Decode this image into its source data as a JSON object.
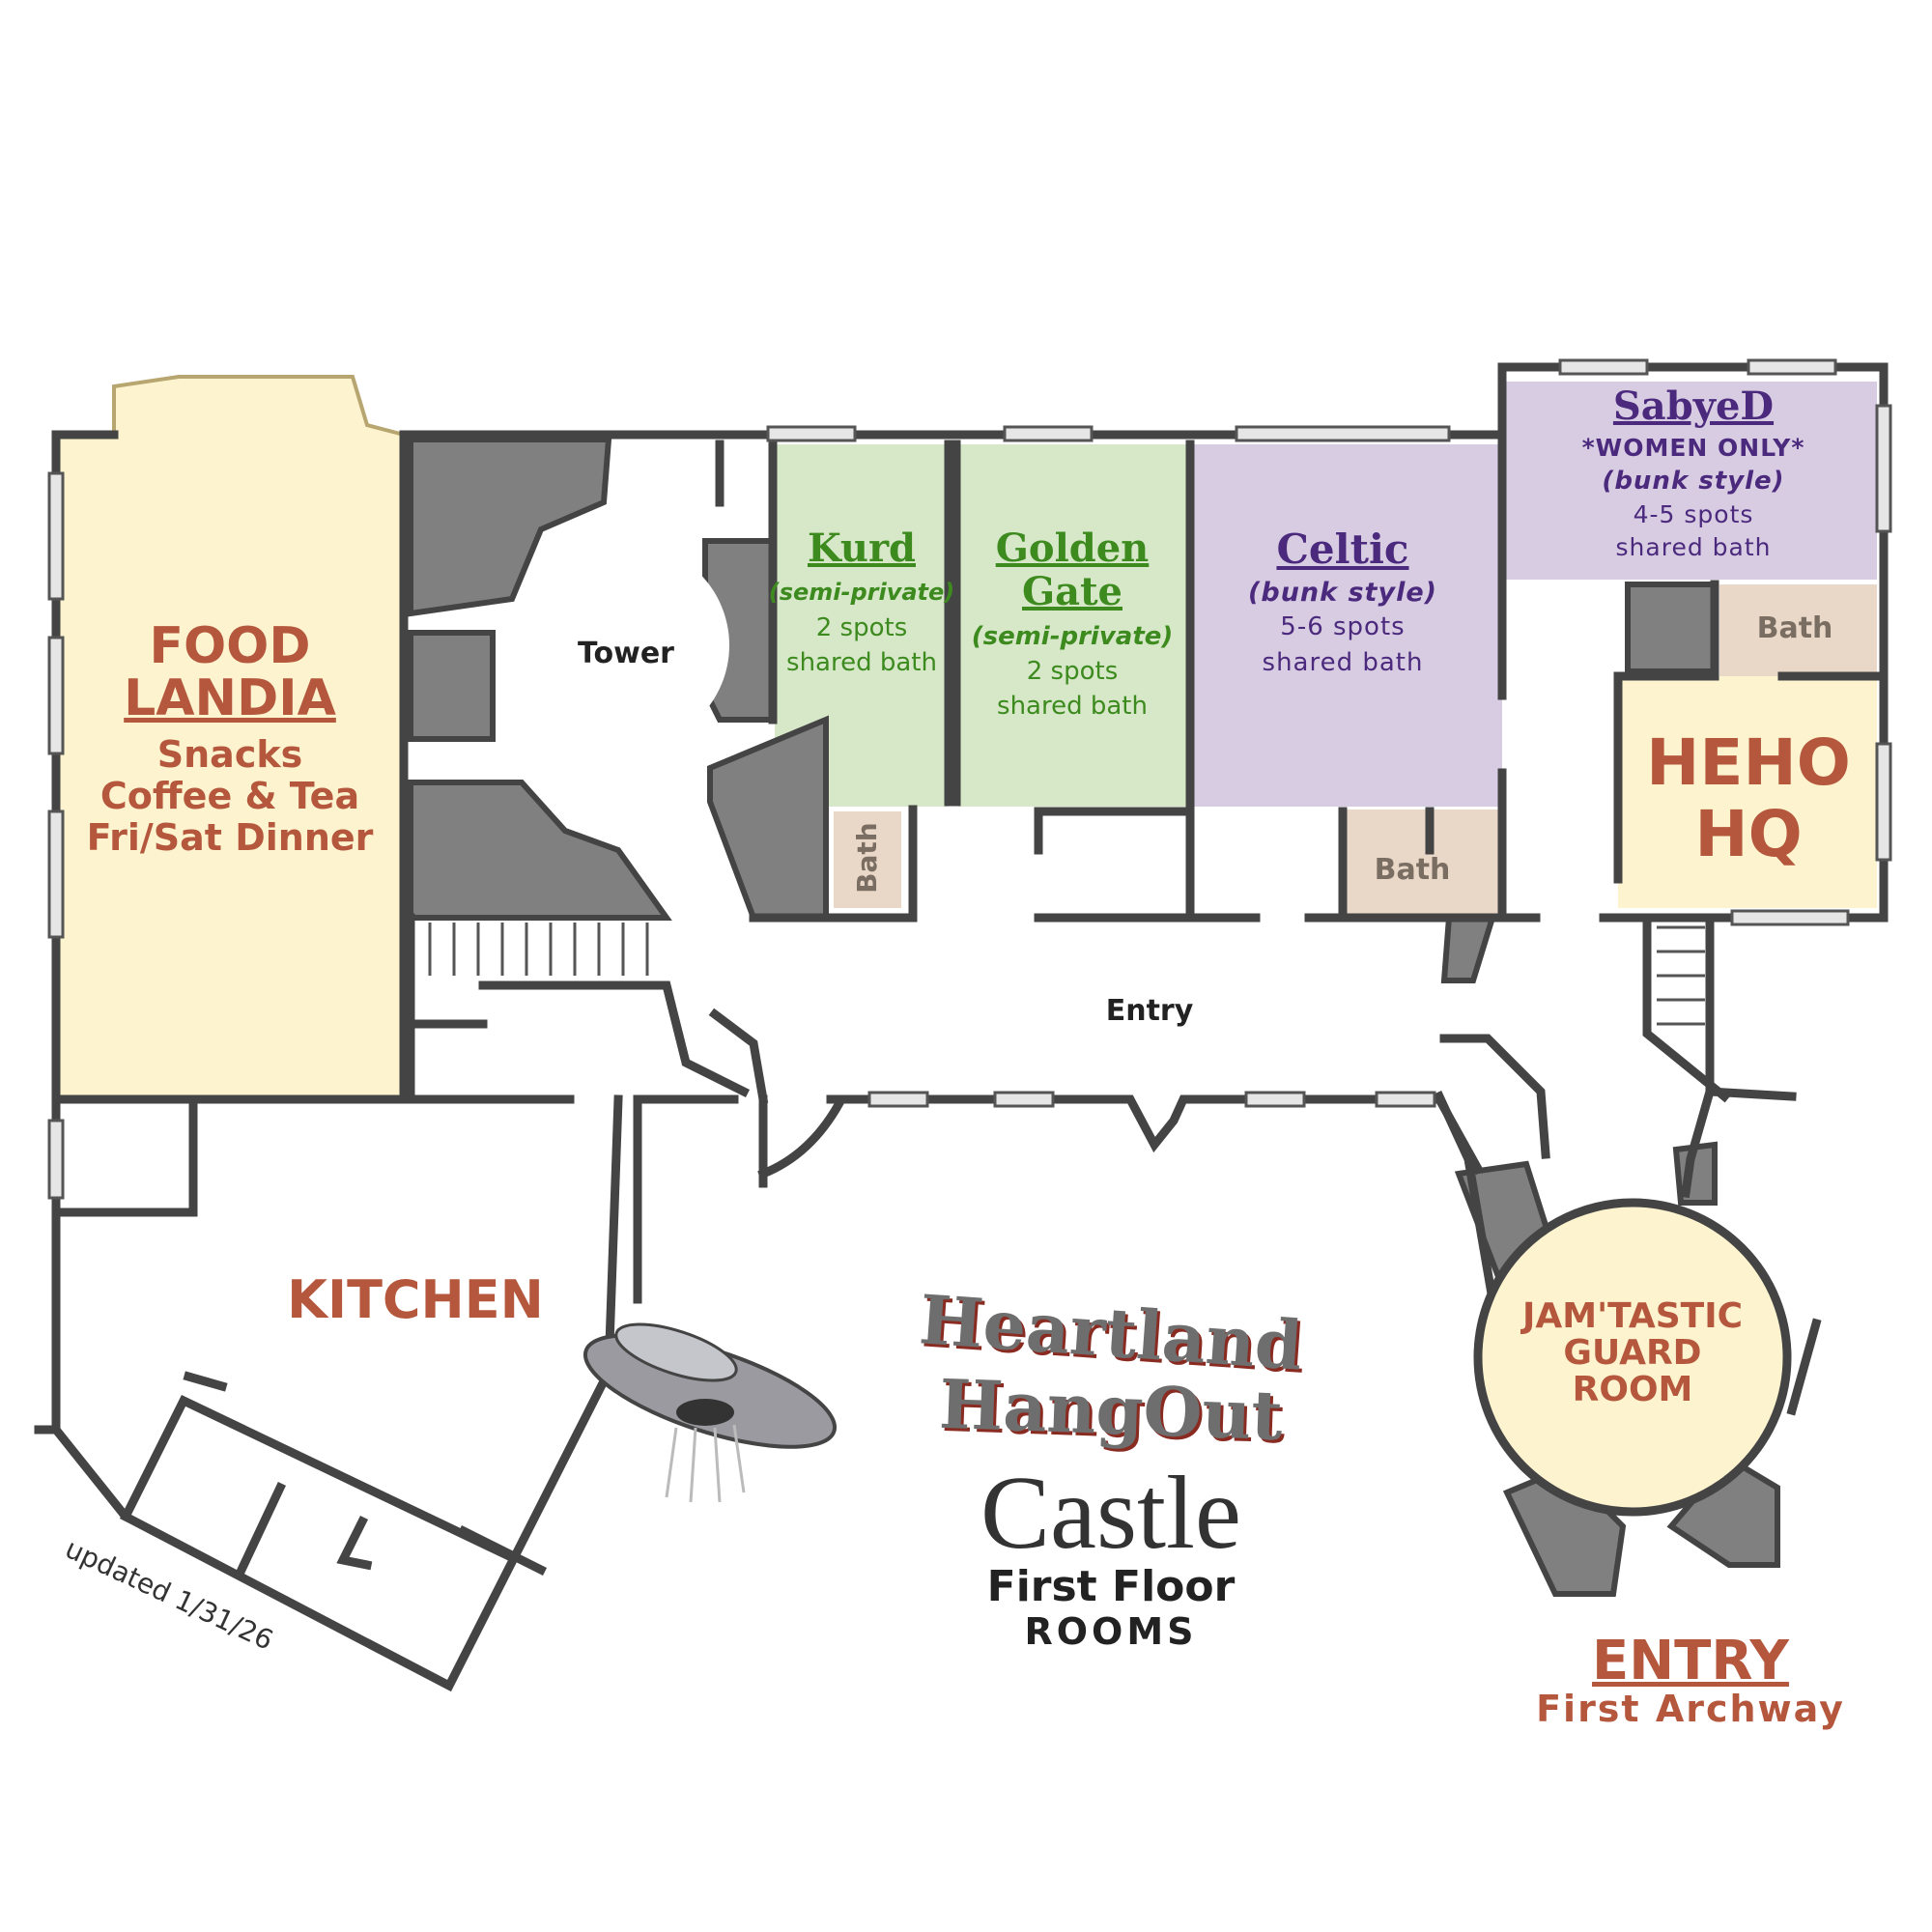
{
  "map": {
    "rooms": {
      "foodlandia": {
        "line1": "FOOD",
        "line2": "LANDIA",
        "items": [
          "Snacks",
          "Coffee & Tea",
          "Fri/Sat Dinner"
        ]
      },
      "tower": "Tower",
      "kurd": {
        "name": "Kurd",
        "type": "(semi-private)",
        "spots": "2 spots",
        "bath": "shared bath"
      },
      "golden_gate": {
        "line1": "Golden",
        "line2": "Gate",
        "type": "(semi-private)",
        "spots": "2 spots",
        "bath": "shared bath"
      },
      "celtic": {
        "name": "Celtic",
        "type": "(bunk style)",
        "spots": "5-6 spots",
        "bath": "shared bath"
      },
      "sabyed": {
        "name": "SabyeD",
        "restriction": "*WOMEN ONLY*",
        "type": "(bunk style)",
        "spots": "4-5 spots",
        "bath": "shared bath"
      },
      "baths": [
        "Bath",
        "Bath",
        "Bath"
      ],
      "heho": {
        "line1": "HEHO",
        "line2": "HQ"
      },
      "entry_hall": "Entry",
      "kitchen": "KITCHEN",
      "guard_room": [
        "JAM'TASTIC",
        "GUARD",
        "ROOM"
      ]
    },
    "title": {
      "line1": "Heartland",
      "line2": "HangOut",
      "castle": "Castle",
      "floor": "First Floor",
      "rooms": "ROOMS"
    },
    "entry_label": {
      "line1": "ENTRY",
      "line2": "First Archway"
    },
    "updated": "updated 1/31/26",
    "colors": {
      "foodlandia": "#fdf3cf",
      "green_rooms": "#d6e8c8",
      "purple_rooms": "#d8cce3",
      "bath": "#e9d8c8",
      "heho": "#fdf3cf",
      "guard": "#fdf3cf",
      "walls": "#444444",
      "solid": "#808080",
      "accent_rust": "#b4573c",
      "accent_green": "#3d8a1f",
      "accent_purple": "#4b2a7d"
    },
    "icons": [
      "ufo-icon"
    ]
  }
}
